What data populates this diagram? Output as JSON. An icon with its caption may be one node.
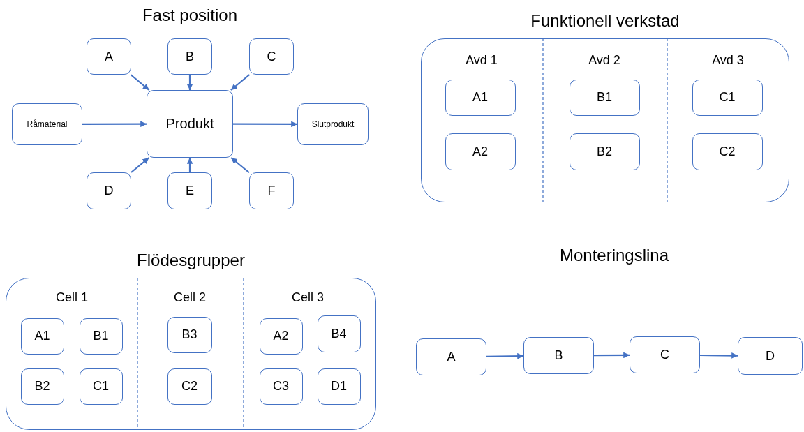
{
  "diagram": {
    "nodes": [
      {
        "text": [
          "A"
        ]
      },
      {
        "text": [
          "B"
        ]
      },
      {
        "text": [
          "C"
        ]
      },
      {
        "text": [
          "Råmaterial"
        ]
      },
      {
        "text": [
          "Produkt"
        ]
      },
      {
        "text": [
          "Slutprodukt"
        ]
      },
      {
        "text": [
          "D"
        ]
      },
      {
        "text": [
          "E"
        ]
      },
      {
        "text": [
          "F"
        ]
      },
      {
        "text": [
          "Funktionell verkstad"
        ]
      },
      {
        "text": [
          "A1"
        ],
        "in": 9
      },
      {
        "text": [
          "B1"
        ],
        "in": 9
      },
      {
        "text": [
          "C1"
        ],
        "in": 9
      },
      {
        "text": [
          "A2"
        ],
        "in": 9
      },
      {
        "text": [
          "B2"
        ],
        "in": 9
      },
      {
        "text": [
          "C2"
        ],
        "in": 9
      },
      {
        "text": [
          "Flödesgrupper"
        ]
      },
      {
        "text": [
          "A1"
        ],
        "in": 16
      },
      {
        "text": [
          "B1"
        ],
        "in": 16
      },
      {
        "text": [
          "B3"
        ],
        "in": 16
      },
      {
        "text": [
          "A2"
        ],
        "in": 16
      },
      {
        "text": [
          "B4"
        ],
        "in": 16
      },
      {
        "text": [
          "B2"
        ],
        "in": 16
      },
      {
        "text": [
          "C1"
        ],
        "in": 16
      },
      {
        "text": [
          "C2"
        ],
        "in": 16
      },
      {
        "text": [
          "C3"
        ],
        "in": 16
      },
      {
        "text": [
          "D1"
        ],
        "in": 16
      },
      {
        "text": [
          "A"
        ]
      },
      {
        "text": [
          "B"
        ]
      },
      {
        "text": [
          "C"
        ]
      },
      {
        "text": [
          "D"
        ]
      }
    ],
    "edges": [
      {
        "from": 0,
        "to": 4,
        "arrow": "to"
      },
      {
        "from": 1,
        "to": 4,
        "arrow": "to"
      },
      {
        "from": 2,
        "to": 4,
        "arrow": "to"
      },
      {
        "from": 3,
        "to": 4,
        "arrow": "to"
      },
      {
        "from": 4,
        "to": 5,
        "arrow": "to"
      },
      {
        "from": 6,
        "to": 4,
        "arrow": "to"
      },
      {
        "from": 7,
        "to": 4,
        "arrow": "to"
      },
      {
        "from": 8,
        "to": 4,
        "arrow": "to"
      },
      {
        "from": 27,
        "to": 28,
        "arrow": "to"
      },
      {
        "from": 28,
        "to": 29,
        "arrow": "to"
      },
      {
        "from": 29,
        "to": 30,
        "arrow": "to"
      }
    ],
    "labels": [
      "Fast position",
      "Avd 1",
      "Avd 2",
      "Avd 3",
      "Cell 1",
      "Cell 2",
      "Cell 3",
      "Monteringslina"
    ]
  }
}
